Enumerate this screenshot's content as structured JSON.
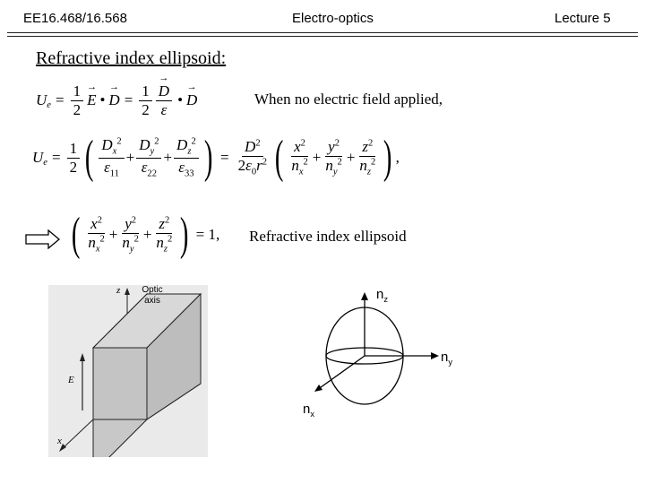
{
  "header": {
    "course": "EE16.468/16.568",
    "topic": "Electro-optics",
    "lecture": "Lecture 5"
  },
  "slide": {
    "title": "Refractive index ellipsoid:",
    "note_no_field": "When no electric field applied,",
    "ellipsoid_label": "Refractive index ellipsoid"
  },
  "crystal_figure": {
    "z_label": "z",
    "optic_axis": "Optic axis",
    "e_label": "E",
    "x_label": "x"
  },
  "ellipsoid_figure": {
    "nz": "n",
    "nz_sub": "z",
    "ny": "n",
    "ny_sub": "y",
    "nx": "n",
    "nx_sub": "x"
  }
}
